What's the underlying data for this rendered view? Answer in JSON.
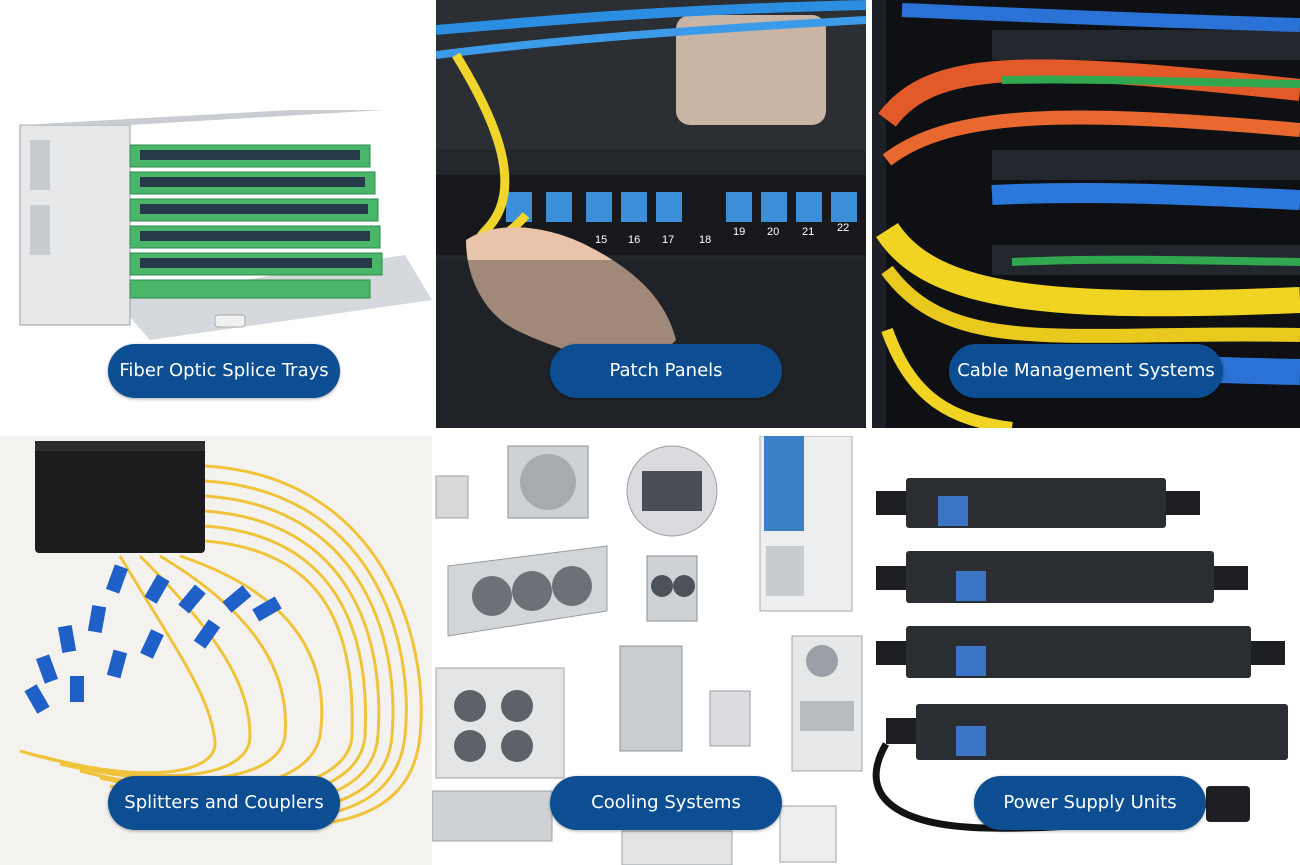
{
  "tiles": [
    {
      "label": "Fiber Optic Splice Trays"
    },
    {
      "label": "Patch Panels",
      "ports": [
        "15",
        "16",
        "17",
        "18",
        "19",
        "20",
        "21",
        "22"
      ]
    },
    {
      "label": "Cable Management Systems"
    },
    {
      "label": "Splitters and Couplers"
    },
    {
      "label": "Cooling Systems"
    },
    {
      "label": "Power Supply Units"
    }
  ],
  "colors": {
    "pill": "#0d4e92",
    "pill_text": "#ffffff"
  }
}
